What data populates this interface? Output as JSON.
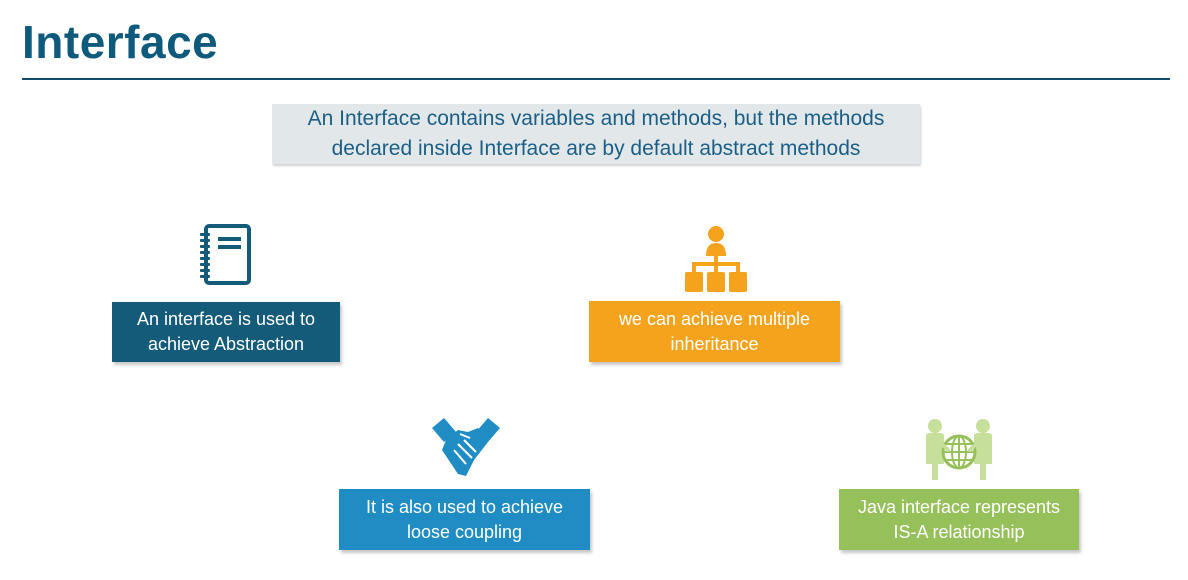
{
  "slide": {
    "title": "Interface",
    "definition": {
      "line1": "An Interface contains variables and methods, but the methods",
      "line2": "declared inside Interface are by default abstract methods"
    },
    "cards": {
      "abstraction": {
        "line1": "An interface is used to",
        "line2": "achieve Abstraction",
        "icon": "notebook-icon"
      },
      "multiple": {
        "line1": "we can achieve multiple",
        "line2": "inheritance",
        "icon": "hierarchy-icon"
      },
      "coupling": {
        "line1": "It is also used to achieve",
        "line2": "loose coupling",
        "icon": "handshake-icon"
      },
      "isa": {
        "line1": "Java interface represents",
        "line2": "IS-A relationship",
        "icon": "globe-people-icon"
      }
    }
  },
  "colors": {
    "title": "#0e5a7c",
    "rule": "#0e4c69",
    "definition_bg": "#e2e7ea",
    "definition_text": "#1b5f86",
    "card_abstraction": "#135b78",
    "card_multiple": "#f5a31d",
    "card_coupling": "#1f8cc3",
    "card_isa": "#95c05a"
  }
}
